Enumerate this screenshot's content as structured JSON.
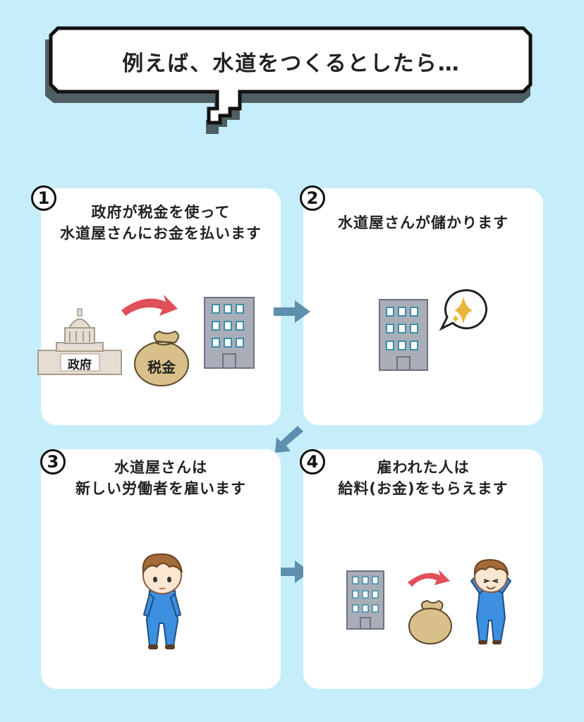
{
  "title": "例えば、水道をつくるとしたら…",
  "steps": [
    {
      "number": "1",
      "caption_line1": "政府が税金を使って",
      "caption_line2": "水道屋さんにお金を払います"
    },
    {
      "number": "2",
      "caption_line1": "水道屋さんが儲かります",
      "caption_line2": ""
    },
    {
      "number": "3",
      "caption_line1": "水道屋さんは",
      "caption_line2": "新しい労働者を雇います"
    },
    {
      "number": "4",
      "caption_line1": "雇われた人は",
      "caption_line2": "給料(お金)をもらえます"
    }
  ],
  "labels": {
    "government": "政府",
    "tax": "税金"
  },
  "colors": {
    "background": "#c6eefa",
    "panel": "#ffffff",
    "flow_arrow": "#5f8fae",
    "red_arrow": "#e0505a",
    "building": "#a8adb8",
    "money_bag": "#d9c08a",
    "worker_clothes": "#3d8fe0",
    "worker_hair": "#a36b3a",
    "sparkle": "#e8b63c"
  }
}
